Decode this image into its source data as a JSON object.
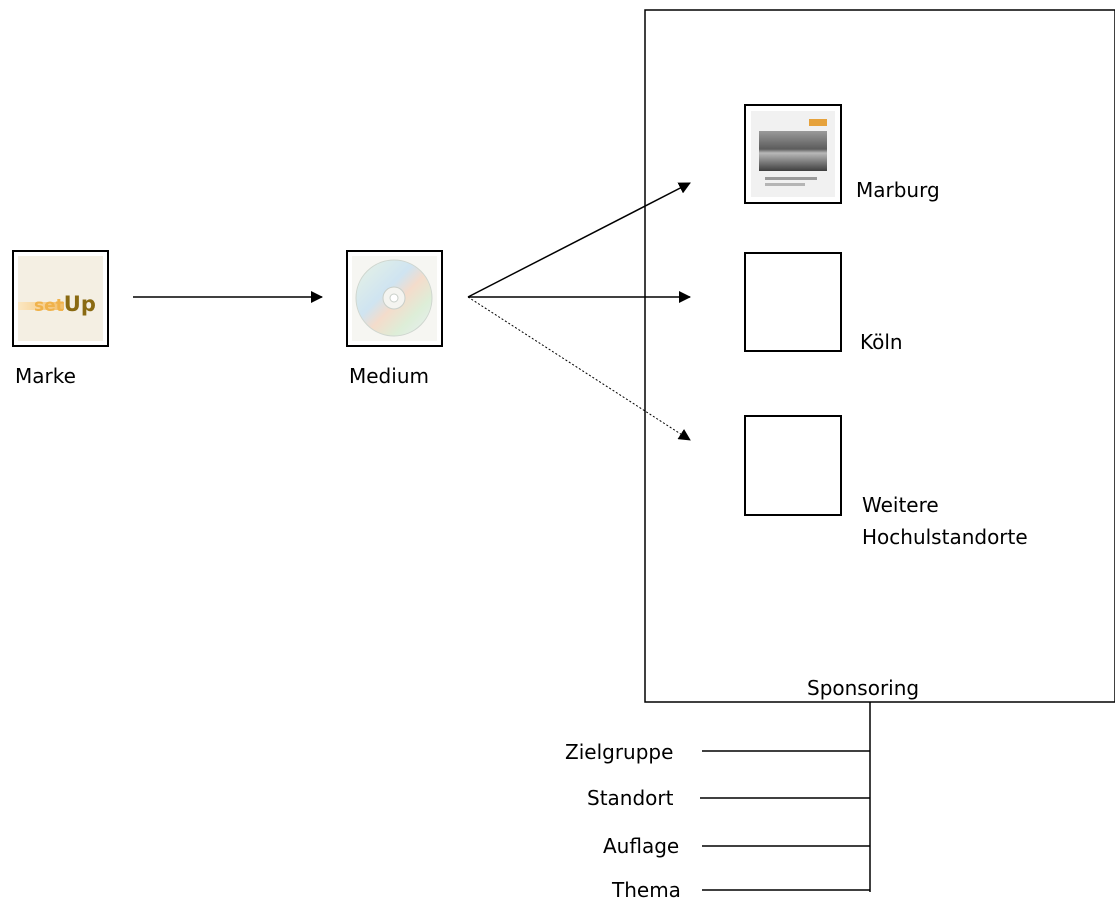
{
  "labels": {
    "marke": "Marke",
    "medium": "Medium",
    "marburg": "Marburg",
    "koeln": "Köln",
    "weitere": "Weitere",
    "hochulstandorte": "Hochulstandorte",
    "sponsoring": "Sponsoring",
    "zielgruppe": "Zielgruppe",
    "standort": "Standort",
    "auflage": "Auflage",
    "thema": "Thema"
  },
  "logo": {
    "set": "set",
    "up": "Up"
  },
  "icons": {
    "marke": "setup-logo-icon",
    "medium": "cd-disc-icon",
    "marburg": "brochure-cover-icon"
  },
  "colors": {
    "line": "#000000",
    "logo_orange": "#f0b24a",
    "logo_brown": "#8a6a12"
  }
}
